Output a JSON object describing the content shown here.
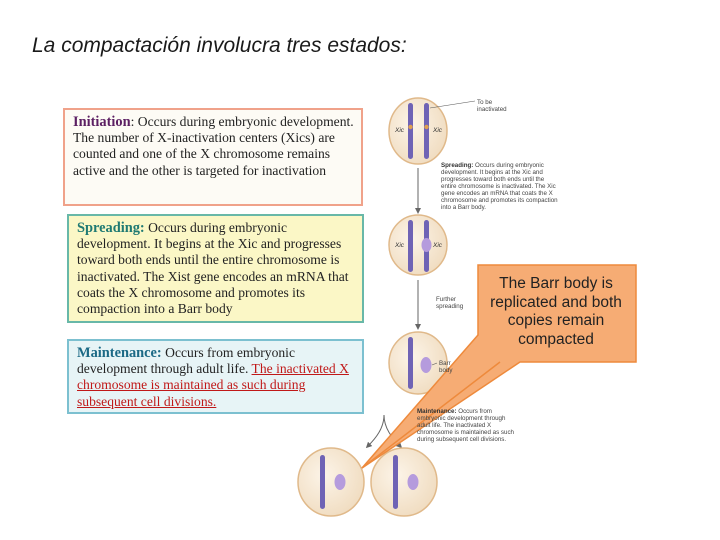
{
  "title": "La compactación involucra tres estados:",
  "initiation": {
    "heading": "Initiation",
    "text": ": Occurs during embryonic development. The number of X-inactivation centers (Xics) are counted and one of the X chromosome remains active and the other is targeted for inactivation"
  },
  "spreading": {
    "heading": "Spreading:",
    "text": " Occurs during embryonic development. It begins at the Xic and progresses toward both ends until the entire chromosome is inactivated. The Xist gene encodes an mRNA that coats the X chromosome and promotes its compaction into a Barr body"
  },
  "maintenance": {
    "heading": "Maintenance:",
    "text": " Occurs from embryonic development through adult life. ",
    "highlight": "The inactivated X chromosome is maintained as such during subsequent cell divisions."
  },
  "diagram": {
    "to_be_inactivated": "To be inactivated",
    "xic_label": "Xic",
    "spreading_heading": "Spreading:",
    "spreading_small": " Occurs during embryonic development. It begins at the Xic and progresses toward both ends until the entire chromosome is inactivated. The Xic gene encodes an mRNA that coats the X chromosome and promotes its compaction into a Barr body.",
    "further_spreading": "Further spreading",
    "barr_body": "Barr body",
    "maint_heading": "Maintenance:",
    "maint_small": " Occurs from embryonic development through adult life. The inactivated X chromosome is maintained as such during subsequent cell divisions."
  },
  "callout": "The Barr body is replicated and both copies remain compacted",
  "colors": {
    "cell_fill": "#f5e7d2",
    "cell_stroke": "#e0b98a",
    "chromosome": "#6f63b5",
    "barr_body": "#b59bdd",
    "callout_fill": "#f6ac74",
    "callout_stroke": "#ee8a3c"
  }
}
